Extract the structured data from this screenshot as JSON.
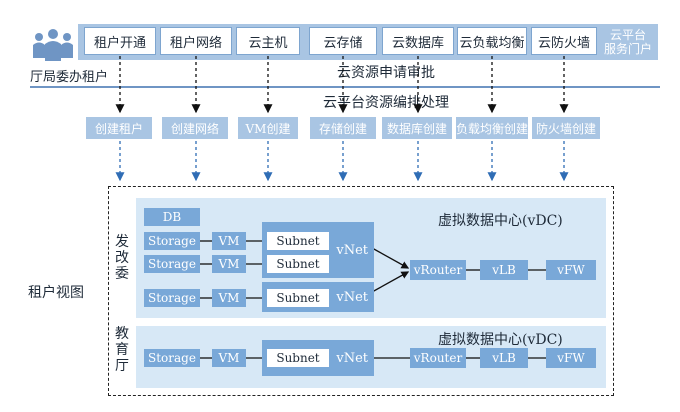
{
  "tenant_icon": "people-icon",
  "tenant_label": "厅局委办租户",
  "services": [
    "租户开通",
    "租户网络",
    "云主机",
    "云存储",
    "云数据库",
    "云负载均衡",
    "云防火墙"
  ],
  "portal": [
    "云平台",
    "服务门户"
  ],
  "approval_label": "云资源申请审批",
  "orchestration_label": "云平台资源编排处理",
  "creations": [
    "创建租户",
    "创建网络",
    "VM创建",
    "存储创建",
    "数据库创建",
    "负载均衡创建",
    "防火墙创建"
  ],
  "tenant_view_label": "租户视图",
  "vdc1": {
    "dept": "发改委",
    "title": "虚拟数据中心(vDC)",
    "db": "DB",
    "storage": [
      "Storage",
      "Storage",
      "Storage"
    ],
    "vm": [
      "VM",
      "VM",
      "VM"
    ],
    "subnet": [
      "Subnet",
      "Subnet",
      "Subnet"
    ],
    "vnet": [
      "vNet",
      "vNet"
    ],
    "router": "vRouter",
    "lb": "vLB",
    "fw": "vFW"
  },
  "vdc2": {
    "dept": "教育厅",
    "title": "虚拟数据中心(vDC)",
    "storage": "Storage",
    "vm": "VM",
    "subnet": "Subnet",
    "vnet": "vNet",
    "router": "vRouter",
    "lb": "vLB",
    "fw": "vFW"
  },
  "colors": {
    "panel": "#d7e8f6",
    "node": "#79a8d8",
    "bar": "#a9c5e3",
    "arrow_dashed_blue": "#2f6db5"
  }
}
